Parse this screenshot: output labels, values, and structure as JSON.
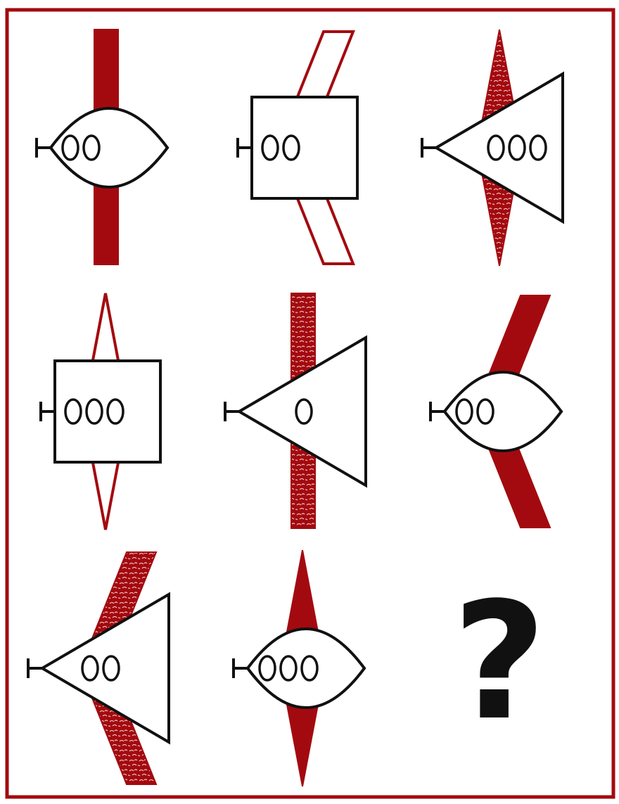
{
  "palette": {
    "accent": "#a30a0f",
    "ink": "#111111",
    "paper": "#ffffff"
  },
  "answer_cell": {
    "glyph": "?"
  },
  "cells": [
    {
      "body": "lens",
      "windows": 2,
      "wings": "solid-bar"
    },
    {
      "body": "rect",
      "windows": 2,
      "wings": "outline-swept"
    },
    {
      "body": "triangle",
      "windows": 3,
      "wings": "textured-diamond"
    },
    {
      "body": "rect",
      "windows": 3,
      "wings": "outline-diamond"
    },
    {
      "body": "triangle",
      "windows": 1,
      "wings": "textured-bar"
    },
    {
      "body": "lens",
      "windows": 2,
      "wings": "solid-swept"
    },
    {
      "body": "triangle",
      "windows": 2,
      "wings": "textured-swept"
    },
    {
      "body": "lens",
      "windows": 3,
      "wings": "solid-diamond"
    },
    {
      "body": "unknown",
      "windows": 0,
      "wings": "unknown"
    }
  ]
}
